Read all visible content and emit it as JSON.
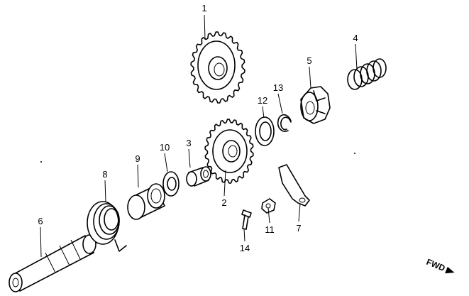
{
  "labels": {
    "p1": "1",
    "p2": "2",
    "p3": "3",
    "p4": "4",
    "p5": "5",
    "p6": "6",
    "p7": "7",
    "p8": "8",
    "p9": "9",
    "p10": "10",
    "p11": "11",
    "p12": "12",
    "p13": "13",
    "p14": "14"
  },
  "direction": {
    "text": "FWD"
  }
}
